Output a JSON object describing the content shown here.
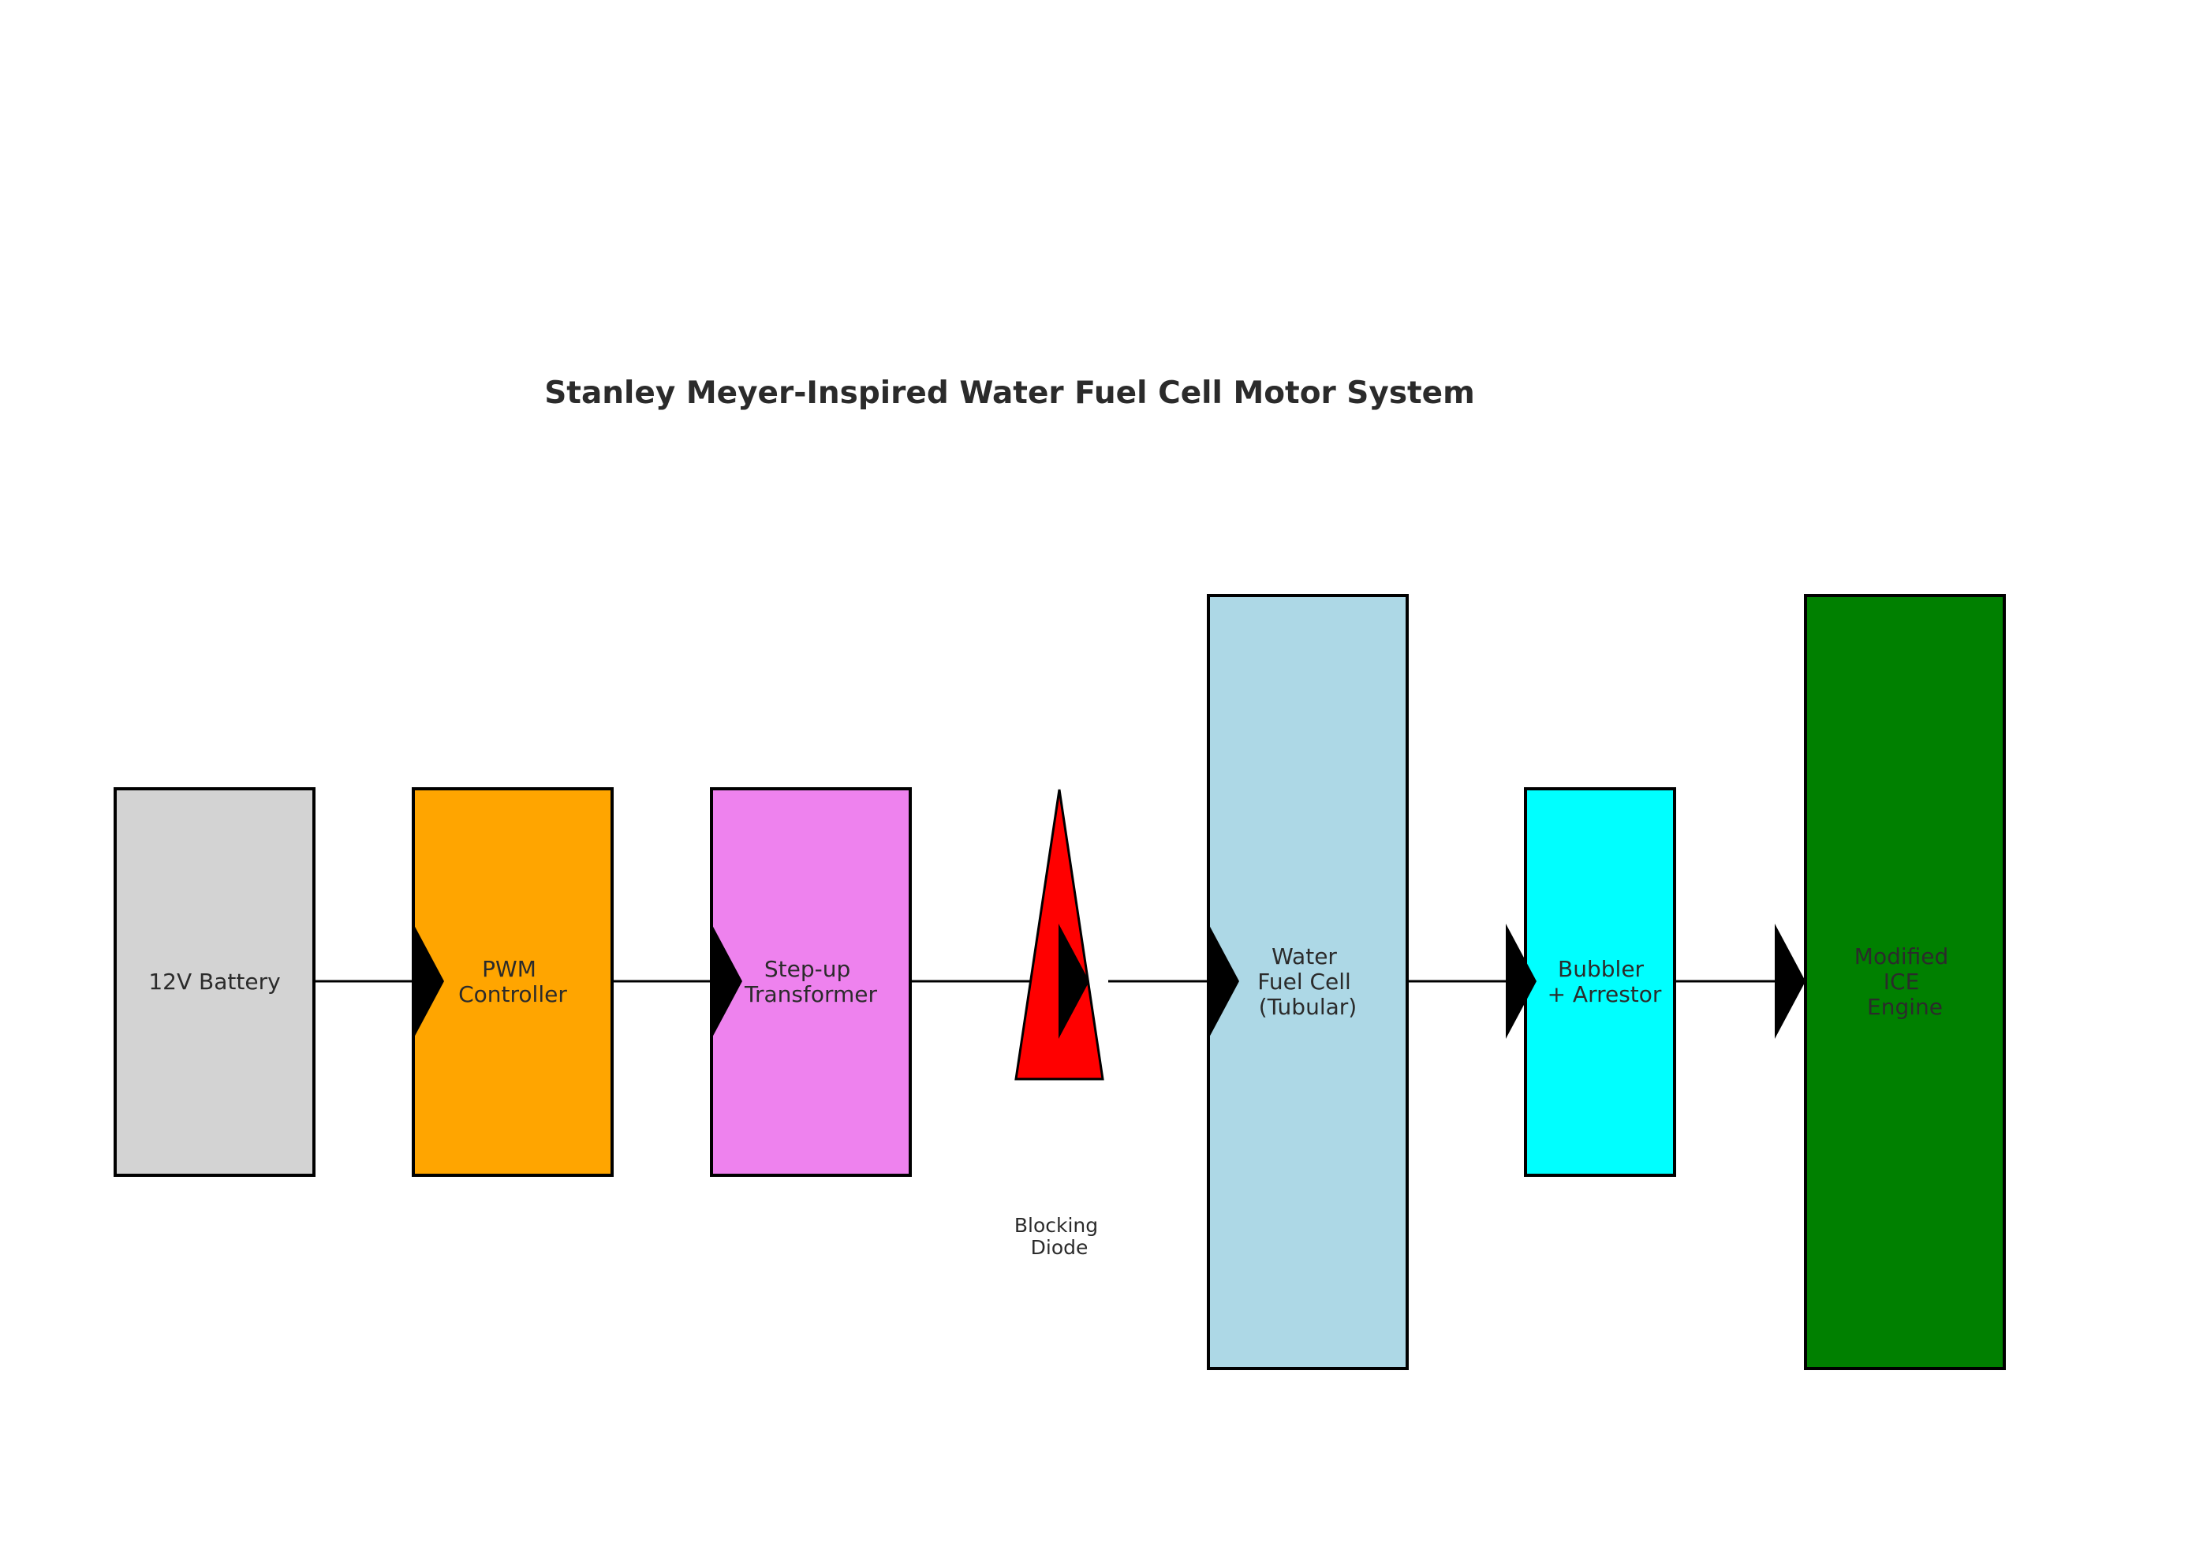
{
  "diagram": {
    "title": "Stanley Meyer-Inspired Water Fuel Cell Motor System",
    "colors": {
      "battery": "#d3d3d3",
      "pwm": "#ffa500",
      "transformer": "#ee82ee",
      "diode": "#ff0000",
      "fuel_cell": "#add8e6",
      "bubbler": "#00ffff",
      "engine": "#008000",
      "line": "#000000",
      "text": "#2b2b2b"
    },
    "blocks": [
      {
        "id": "battery",
        "lines": [
          "12V Battery"
        ]
      },
      {
        "id": "pwm",
        "lines": [
          "PWM",
          "Controller"
        ]
      },
      {
        "id": "transformer",
        "lines": [
          "Step-up",
          "Transformer"
        ]
      },
      {
        "id": "fuel_cell",
        "lines": [
          "Water",
          "Fuel Cell",
          "(Tubular)"
        ]
      },
      {
        "id": "bubbler",
        "lines": [
          "Bubbler",
          "+ Arrestor"
        ]
      },
      {
        "id": "engine",
        "lines": [
          "Modified",
          "ICE",
          "Engine"
        ]
      }
    ],
    "diode": {
      "lines": [
        "Blocking",
        "Diode"
      ]
    }
  }
}
